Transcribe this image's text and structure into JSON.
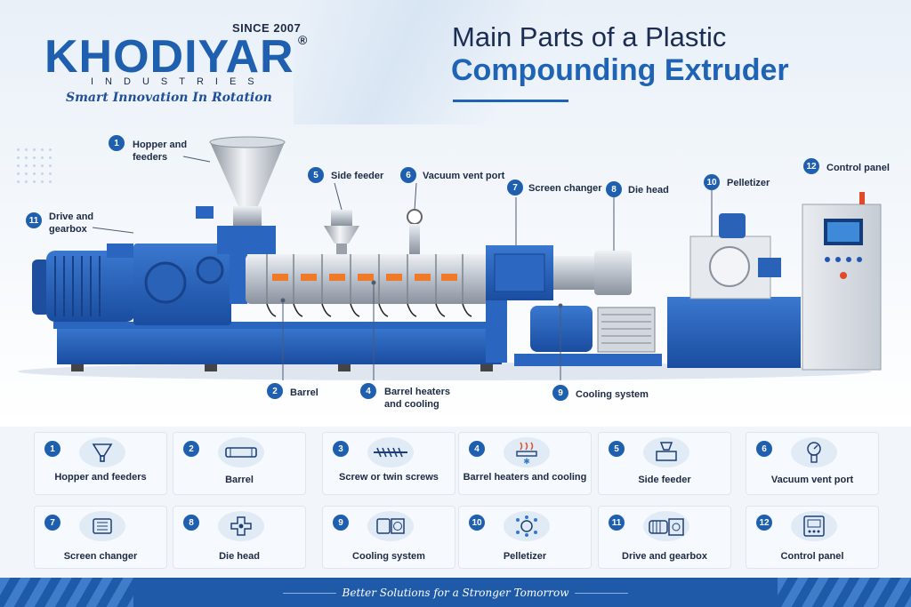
{
  "logo": {
    "since": "SINCE 2007",
    "reg_mark": "®",
    "brand": "KHODIYAR",
    "sub": "INDUSTRIES",
    "tagline": "Smart Innovation In Rotation"
  },
  "title": {
    "line1": "Main Parts of a Plastic",
    "line2": "Compounding Extruder"
  },
  "colors": {
    "accent_blue": "#1f5fb0",
    "machine_blue": "#1e56b0",
    "steel": "#c9ced6",
    "heater_orange": "#f07a2a"
  },
  "callouts": [
    {
      "num": "1",
      "label": "Hopper and feeders"
    },
    {
      "num": "2",
      "label": "Barrel"
    },
    {
      "num": "4",
      "label": "Barrel heaters and cooling"
    },
    {
      "num": "5",
      "label": "Side feeder"
    },
    {
      "num": "6",
      "label": "Vacuum vent port"
    },
    {
      "num": "7",
      "label": "Screen changer"
    },
    {
      "num": "8",
      "label": "Die head"
    },
    {
      "num": "9",
      "label": "Cooling system"
    },
    {
      "num": "10",
      "label": "Pelletizer"
    },
    {
      "num": "11",
      "label": "Drive and gearbox"
    },
    {
      "num": "12",
      "label": "Control panel"
    }
  ],
  "cards": [
    {
      "num": "1",
      "label": "Hopper and feeders",
      "icon": "hopper-icon"
    },
    {
      "num": "2",
      "label": "Barrel",
      "icon": "barrel-icon"
    },
    {
      "num": "3",
      "label": "Screw or twin screws",
      "icon": "screw-icon"
    },
    {
      "num": "4",
      "label": "Barrel heaters and cooling",
      "icon": "heater-icon"
    },
    {
      "num": "5",
      "label": "Side feeder",
      "icon": "side-feeder-icon"
    },
    {
      "num": "6",
      "label": "Vacuum vent port",
      "icon": "vacuum-gauge-icon"
    },
    {
      "num": "7",
      "label": "Screen changer",
      "icon": "screen-changer-icon"
    },
    {
      "num": "8",
      "label": "Die head",
      "icon": "die-head-icon"
    },
    {
      "num": "9",
      "label": "Cooling system",
      "icon": "cooling-system-icon"
    },
    {
      "num": "10",
      "label": "Pelletizer",
      "icon": "pelletizer-icon"
    },
    {
      "num": "11",
      "label": "Drive and gearbox",
      "icon": "motor-gearbox-icon"
    },
    {
      "num": "12",
      "label": "Control panel",
      "icon": "control-panel-icon"
    }
  ],
  "footer": {
    "text": "Better Solutions for a Stronger Tomorrow"
  }
}
